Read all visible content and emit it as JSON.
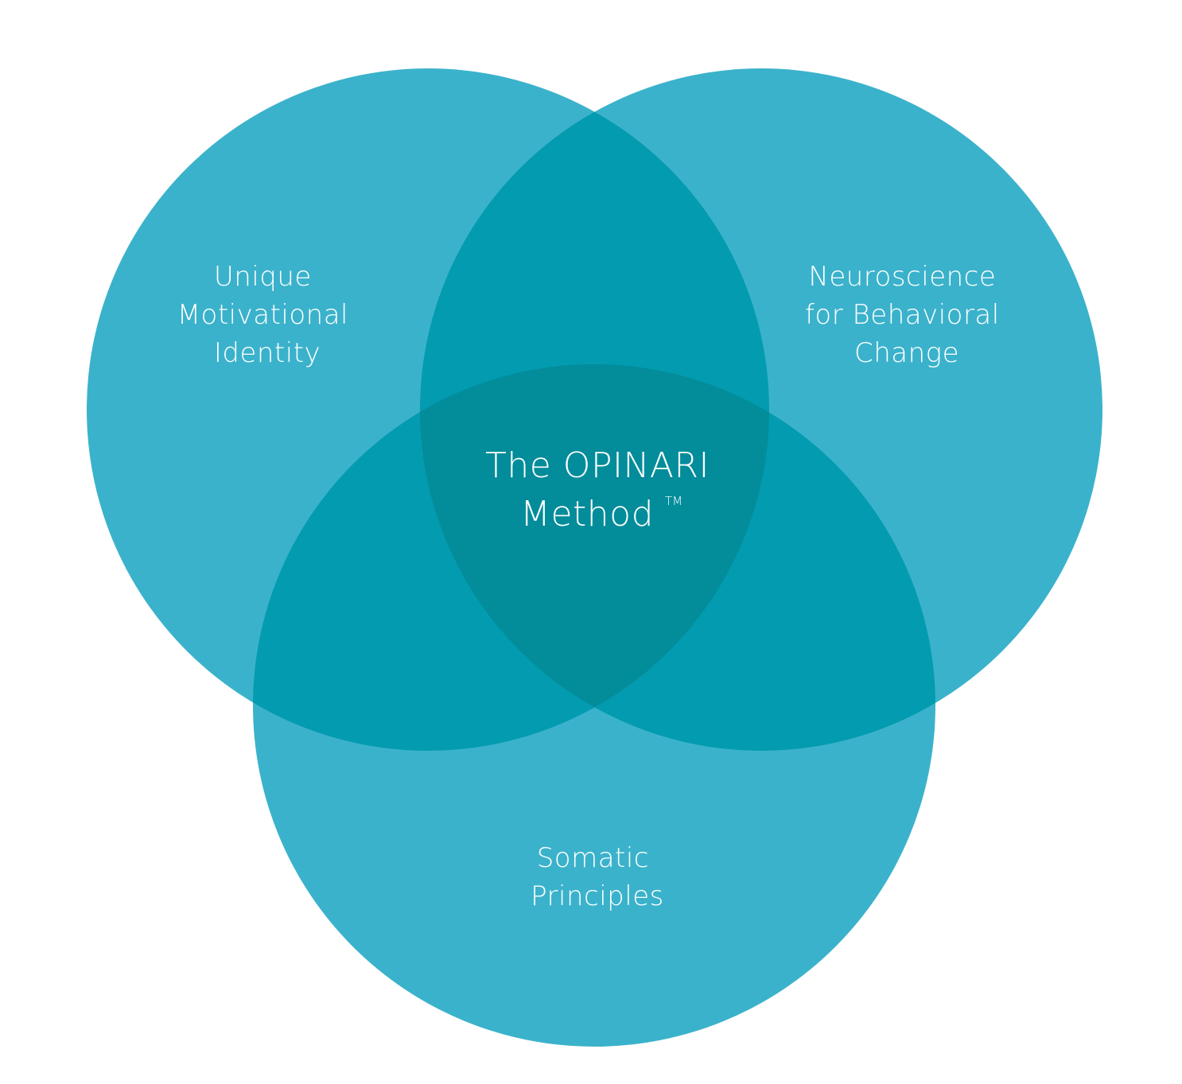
{
  "colors": {
    "base": "#3BB2CB",
    "double_overlap": "#039BB0",
    "triple_overlap": "#038C9A",
    "text": "#FFFFFF"
  },
  "circles": [
    {
      "name": "circle-left",
      "lines": [
        "Unique",
        "Motivational",
        "Identity"
      ]
    },
    {
      "name": "circle-right",
      "lines": [
        "Neuroscience",
        "for Behavioral",
        "Change"
      ]
    },
    {
      "name": "circle-bottom",
      "lines": [
        "Somatic",
        "Principles"
      ]
    }
  ],
  "center": {
    "line1": "The OPINARI",
    "line2": "Method",
    "trademark": "TM"
  }
}
